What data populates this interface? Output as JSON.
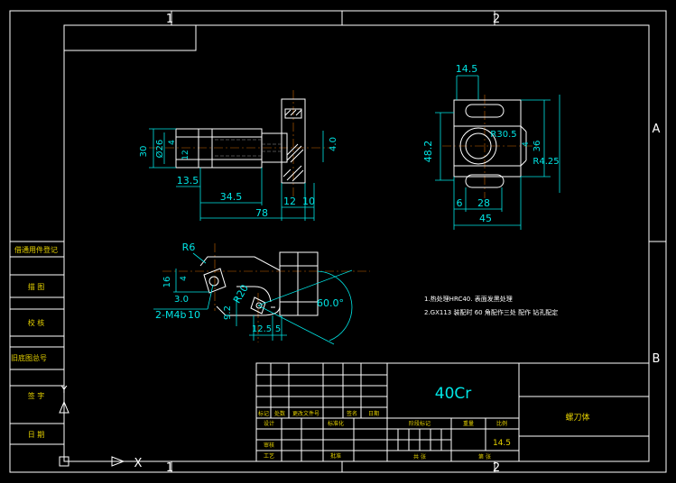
{
  "frame": {
    "zone_top_1": "1",
    "zone_top_2": "2",
    "zone_bottom_1": "1",
    "zone_bottom_2": "2",
    "zone_right_a": "A",
    "zone_right_b": "B"
  },
  "sidebar": {
    "rows": [
      "借通用件登记",
      "描 图",
      "校 核",
      "旧底图总号",
      "签 字",
      "日 期"
    ]
  },
  "dimensions": {
    "front_30": "30",
    "front_26": "Ø26",
    "front_small": "4",
    "front_12": "12",
    "front_135": "13.5",
    "front_345": "34.5",
    "front_78": "78",
    "front_12b": "12",
    "front_10": "10",
    "front_40": "4.0",
    "top_145": "14.5",
    "top_482": "48.2",
    "top_r305": "R30.5",
    "top_d4": "4",
    "top_36": "36",
    "top_r425": "R4.25",
    "top_6": "6",
    "top_28": "28",
    "top_45": "45",
    "sec_r6": "R6",
    "sec_16": "16",
    "sec_4": "4",
    "sec_30": "3.0",
    "sec_m4": "2-M4b",
    "sec_10": "10",
    "sec_r20": "R20",
    "sec_92": "9.2",
    "sec_125": "12.5",
    "sec_5": "5",
    "sec_60": "60.0°"
  },
  "notes": {
    "line1": "1.热处理HRC40. 表面发黑处理",
    "line2": "2.GX113 装配时 60 角配作三处 配作 钻孔配定"
  },
  "title_block": {
    "material": "40Cr",
    "part_name": "螺刀体",
    "weight": "14.5",
    "hdr_mark": "标记",
    "hdr_count": "处数",
    "hdr_file": "更改文件号",
    "hdr_sign": "签名",
    "hdr_date": "日期",
    "lbl_design": "设计",
    "lbl_std": "标准化",
    "lbl_stage": "阶段标记",
    "lbl_weight": "重量",
    "lbl_scale": "比例",
    "lbl_review": "审核",
    "lbl_process": "工艺",
    "lbl_approve": "批准",
    "lbl_total": "共 张",
    "lbl_sheet": "第 张"
  },
  "ucs": {
    "axis_x": "X",
    "axis_y": "Y"
  }
}
